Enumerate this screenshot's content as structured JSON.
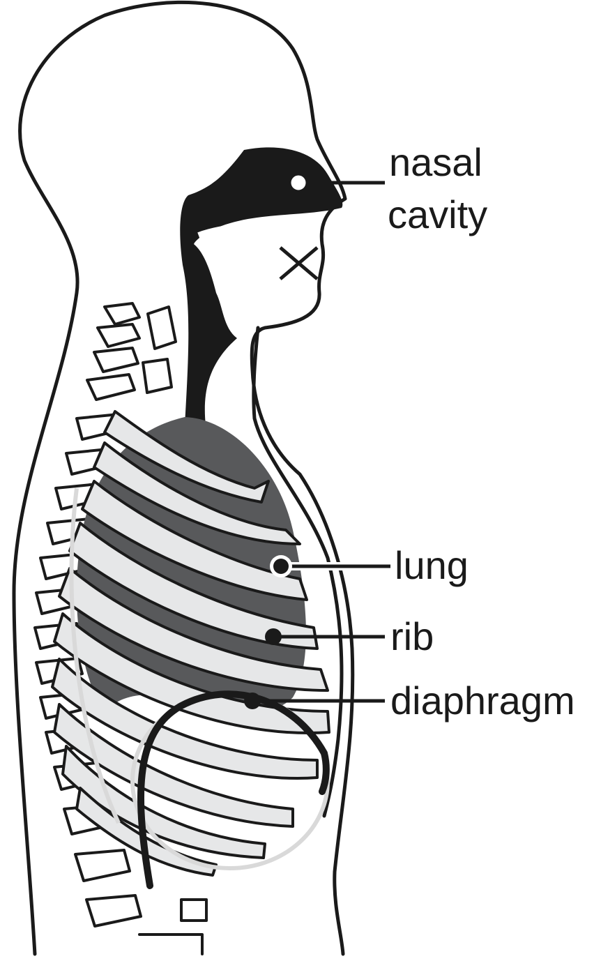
{
  "labels": {
    "nasal_cavity_line1": "nasal",
    "nasal_cavity_line2": "cavity",
    "lung": "lung",
    "rib": "rib",
    "diaphragm": "diaphragm"
  },
  "colors": {
    "outline": "#1a1a1a",
    "lung_fill": "#58595b",
    "rib_fill": "#e6e7e8",
    "background": "#ffffff"
  }
}
